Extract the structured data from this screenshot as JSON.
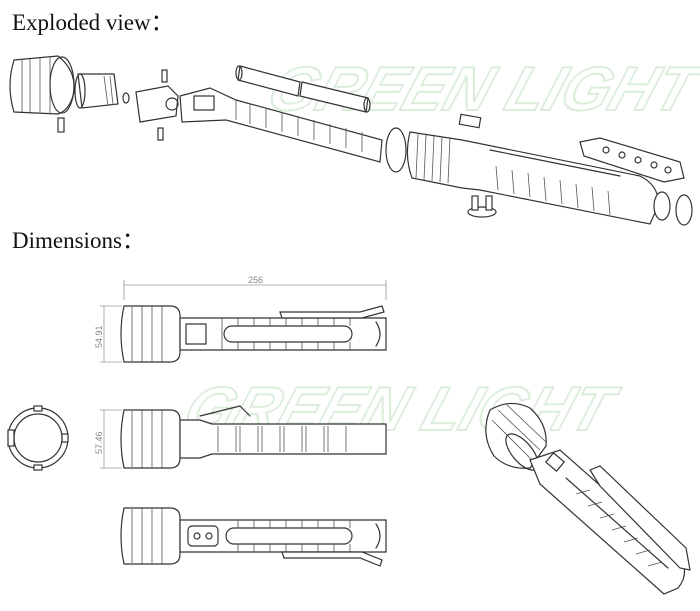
{
  "headings": {
    "exploded": "Exploded view：",
    "dimensions": "Dimensions："
  },
  "dimensions": {
    "length": "256",
    "height_side": "54.91",
    "height_front": "57.46"
  },
  "watermark": {
    "text": "GREEN LIGHT"
  }
}
